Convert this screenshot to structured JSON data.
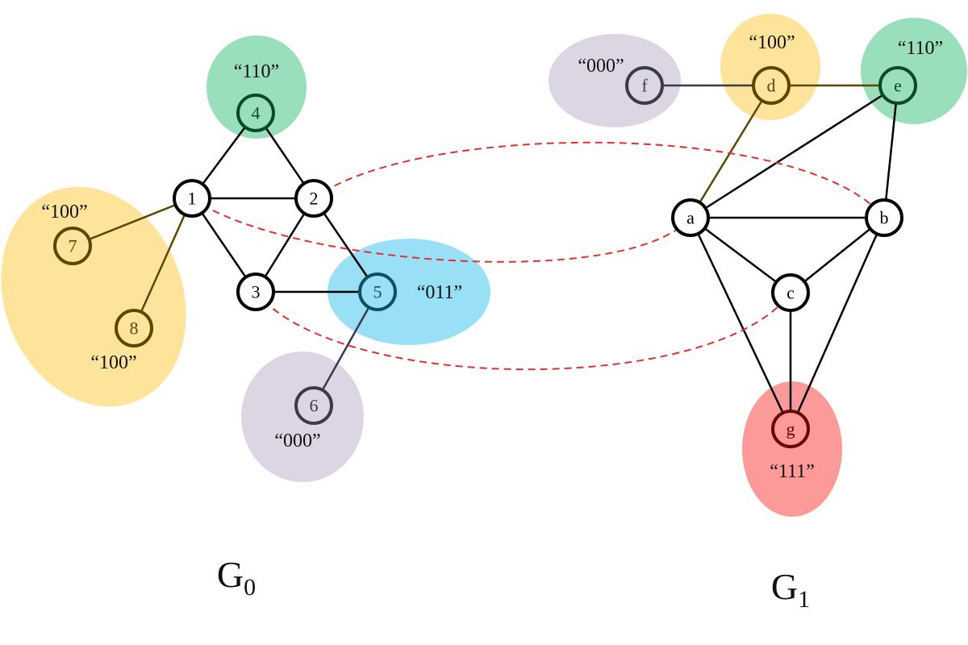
{
  "colors": {
    "yellow_region": "#fde49a",
    "green_region": "#99dfbb",
    "blue_region": "#99dff5",
    "purple_region": "#dcd6e4",
    "red_region": "#fc9a9a",
    "yellow_stroke": "#5c4700",
    "green_stroke": "#0c4a26",
    "blue_stroke": "#0d4f63",
    "purple_stroke": "#3b3a4c",
    "red_stroke": "#6b0000",
    "plain_stroke": "#000000",
    "edge": "#000000",
    "mapping_edge": "#e03030"
  },
  "graphs": [
    {
      "id": "g0",
      "title": "G",
      "subscript": "0",
      "nodes": [
        {
          "id": "1",
          "label": "1",
          "group": "plain"
        },
        {
          "id": "2",
          "label": "2",
          "group": "plain"
        },
        {
          "id": "3",
          "label": "3",
          "group": "plain"
        },
        {
          "id": "4",
          "label": "4",
          "group": "green"
        },
        {
          "id": "5",
          "label": "5",
          "group": "blue"
        },
        {
          "id": "6",
          "label": "6",
          "group": "purple"
        },
        {
          "id": "7",
          "label": "7",
          "group": "yellow"
        },
        {
          "id": "8",
          "label": "8",
          "group": "yellow"
        }
      ],
      "edges": [
        [
          "1",
          "2"
        ],
        [
          "1",
          "3"
        ],
        [
          "2",
          "3"
        ],
        [
          "1",
          "4"
        ],
        [
          "2",
          "4"
        ],
        [
          "2",
          "5"
        ],
        [
          "3",
          "5"
        ],
        [
          "5",
          "6"
        ],
        [
          "1",
          "7"
        ],
        [
          "1",
          "8"
        ]
      ],
      "codes": [
        {
          "node": "4",
          "text": "“110”"
        },
        {
          "node": "7",
          "text": "“100”"
        },
        {
          "node": "8",
          "text": "“100”"
        },
        {
          "node": "5",
          "text": "“011”"
        },
        {
          "node": "6",
          "text": "“000”"
        }
      ]
    },
    {
      "id": "g1",
      "title": "G",
      "subscript": "1",
      "nodes": [
        {
          "id": "a",
          "label": "a",
          "group": "plain"
        },
        {
          "id": "b",
          "label": "b",
          "group": "plain"
        },
        {
          "id": "c",
          "label": "c",
          "group": "plain"
        },
        {
          "id": "d",
          "label": "d",
          "group": "yellow"
        },
        {
          "id": "e",
          "label": "e",
          "group": "green"
        },
        {
          "id": "f",
          "label": "f",
          "group": "purple"
        },
        {
          "id": "g",
          "label": "g",
          "group": "red"
        }
      ],
      "edges": [
        [
          "f",
          "d"
        ],
        [
          "d",
          "e"
        ],
        [
          "a",
          "d"
        ],
        [
          "a",
          "e"
        ],
        [
          "b",
          "e"
        ],
        [
          "a",
          "b"
        ],
        [
          "a",
          "c"
        ],
        [
          "b",
          "c"
        ],
        [
          "a",
          "g"
        ],
        [
          "b",
          "g"
        ],
        [
          "c",
          "g"
        ]
      ],
      "codes": [
        {
          "node": "f",
          "text": "“000”"
        },
        {
          "node": "d",
          "text": "“100”"
        },
        {
          "node": "e",
          "text": "“110”"
        },
        {
          "node": "g",
          "text": "“111”"
        }
      ]
    }
  ],
  "mappings": [
    [
      "2",
      "b"
    ],
    [
      "1",
      "a"
    ],
    [
      "3",
      "c"
    ]
  ]
}
